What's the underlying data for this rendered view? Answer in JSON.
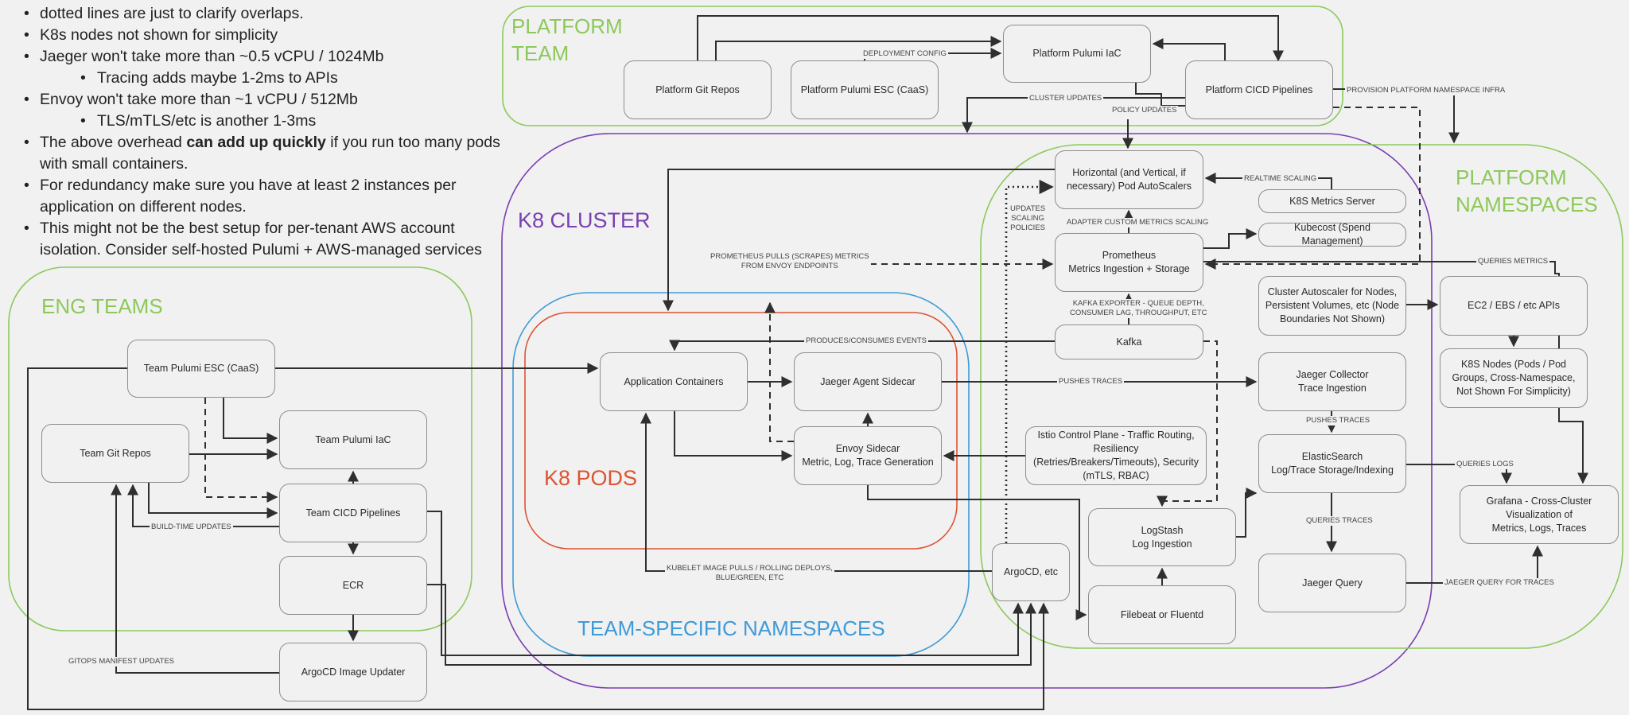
{
  "notes": [
    {
      "level": 1,
      "text": "dotted lines are just to clarify overlaps."
    },
    {
      "level": 1,
      "text": "K8s nodes not shown for simplicity"
    },
    {
      "level": 1,
      "text": "Jaeger won't take more than ~0.5 vCPU / 1024Mb"
    },
    {
      "level": 2,
      "text": "Tracing adds maybe 1-2ms to APIs"
    },
    {
      "level": 1,
      "text": "Envoy won't take more than ~1 vCPU / 512Mb"
    },
    {
      "level": 2,
      "text": "TLS/mTLS/etc is another 1-3ms"
    },
    {
      "level": 1,
      "before": "The above overhead ",
      "bold": "can add up quickly",
      "after": " if you run too many pods with small containers."
    },
    {
      "level": 1,
      "text": "For redundancy make sure you have at least 2 instances per application on different nodes."
    },
    {
      "level": 1,
      "text": "This might not be the best setup for per-tenant AWS account isolation. Consider self-hosted Pulumi + AWS-managed services"
    }
  ],
  "regions": {
    "platform_team": "PLATFORM\nTEAM",
    "k8_cluster": "K8 CLUSTER",
    "platform_namespaces": "PLATFORM\nNAMESPACES",
    "eng_teams": "ENG TEAMS",
    "k8_pods": "K8 PODS",
    "team_specific_namespaces": "TEAM-SPECIFIC NAMESPACES"
  },
  "colors": {
    "green": "#8cc95a",
    "purple": "#7a3fb2",
    "blue": "#3f9ad8",
    "red": "#dc5433",
    "line": "#2f2f2f",
    "box_border": "#8d8d8d",
    "background": "#f1f1f1"
  },
  "nodes": {
    "platform_git_repos": "Platform Git Repos",
    "platform_pulumi_esc": "Platform Pulumi ESC (CaaS)",
    "platform_pulumi_iac": "Platform Pulumi IaC",
    "platform_cicd": "Platform CICD Pipelines",
    "hpa": "Horizontal (and Vertical, if necessary) Pod AutoScalers",
    "k8s_metrics_server": "K8S Metrics Server",
    "kubecost": "Kubecost (Spend Management)",
    "prometheus": "Prometheus\nMetrics Ingestion + Storage",
    "cluster_autoscaler": "Cluster Autoscaler for Nodes, Persistent Volumes, etc (Node Boundaries Not Shown)",
    "ec2_apis": "EC2 / EBS / etc APIs",
    "k8s_nodes": "K8S Nodes (Pods / Pod Groups, Cross-Namespace, Not Shown For Simplicity)",
    "kafka": "Kafka",
    "jaeger_collector": "Jaeger Collector\nTrace Ingestion",
    "istio": "Istio Control Plane - Traffic Routing, Resiliency (Retries/Breakers/Timeouts), Security (mTLS, RBAC)",
    "elasticsearch": "ElasticSearch\nLog/Trace Storage/Indexing",
    "grafana": "Grafana - Cross-Cluster\nVisualization of\nMetrics, Logs, Traces",
    "logstash": "LogStash\nLog Ingestion",
    "argocd": "ArgoCD, etc",
    "filebeat": "Filebeat or Fluentd",
    "jaeger_query": "Jaeger Query",
    "app_containers": "Application Containers",
    "jaeger_agent": "Jaeger Agent Sidecar",
    "envoy": "Envoy Sidecar\nMetric, Log, Trace Generation",
    "team_pulumi_esc": "Team Pulumi ESC (CaaS)",
    "team_git_repos": "Team Git Repos",
    "team_pulumi_iac": "Team Pulumi IaC",
    "team_cicd": "Team CICD Pipelines",
    "ecr": "ECR",
    "argocd_image_updater": "ArgoCD Image Updater"
  },
  "edge_labels": {
    "deployment_config": "DEPLOYMENT CONFIG",
    "cluster_updates": "CLUSTER UPDATES",
    "policy_updates": "POLICY UPDATES",
    "provision_platform": "PROVISION PLATFORM NAMESPACE INFRA",
    "realtime_scaling": "REALTIME SCALING",
    "updates_scaling_policies": "UPDATES\nSCALING\nPOLICIES",
    "adapter_custom_metrics": "ADAPTER CUSTOM METRICS SCALING",
    "prometheus_pulls": "PROMETHEUS PULLS (SCRAPES) METRICS\nFROM ENVOY ENDPOINTS",
    "queries_metrics": "QUERIES METRICS",
    "kafka_exporter": "KAFKA EXPORTER - QUEUE DEPTH,\nCONSUMER LAG, THROUGHPUT, ETC",
    "produces_consumes": "PRODUCES/CONSUMES EVENTS",
    "pushes_traces_agent": "PUSHES TRACES",
    "pushes_traces_collector": "PUSHES TRACES",
    "queries_logs": "QUERIES LOGS",
    "queries_traces": "QUERIES TRACES",
    "jaeger_query_for_traces": "JAEGER QUERY FOR TRACES",
    "build_time_updates": "BUILD-TIME UPDATES",
    "kubelet_image_pulls": "KUBELET IMAGE PULLS / ROLLING DEPLOYS,\nBLUE/GREEN, ETC",
    "gitops_manifest": "GITOPS MANIFEST UPDATES"
  }
}
